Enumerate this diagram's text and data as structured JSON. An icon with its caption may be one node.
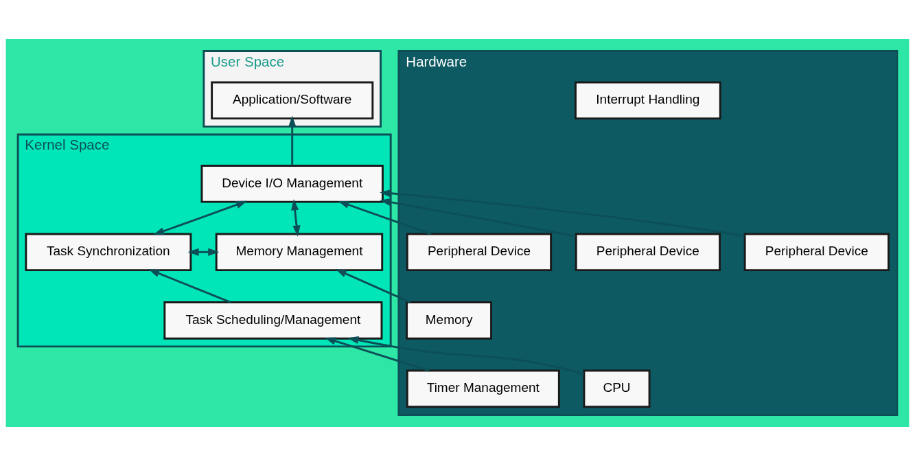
{
  "diagram": {
    "nodes": [
      {
        "text": [
          "User Space"
        ]
      },
      {
        "text": [
          "Application/Software"
        ],
        "in": 0
      },
      {
        "text": [
          "Kernel Space"
        ]
      },
      {
        "text": [
          "Device I/O Management"
        ],
        "in": 2
      },
      {
        "text": [
          "Task Synchronization"
        ],
        "in": 2
      },
      {
        "text": [
          "Memory Management"
        ],
        "in": 2
      },
      {
        "text": [
          "Task Scheduling/Management"
        ],
        "in": 2
      },
      {
        "text": [
          "Hardware"
        ]
      },
      {
        "text": [
          "Peripheral Device"
        ],
        "in": 7
      },
      {
        "text": [
          "Peripheral Device"
        ],
        "in": 7
      },
      {
        "text": [
          "Peripheral Device"
        ],
        "in": 7
      },
      {
        "text": [
          "Memory"
        ],
        "in": 7
      },
      {
        "text": [
          "CPU"
        ],
        "in": 7
      },
      {
        "text": [
          "Interrupt Handling"
        ],
        "in": 7
      },
      {
        "text": [
          "Timer Management"
        ],
        "in": 7
      }
    ],
    "edges": [
      {
        "from": 3,
        "to": 1,
        "arrow": "to"
      },
      {
        "from": 3,
        "to": 4,
        "arrow": "both"
      },
      {
        "from": 3,
        "to": 5,
        "arrow": "both"
      },
      {
        "from": 4,
        "to": 5,
        "arrow": "both"
      },
      {
        "from": 6,
        "to": 4,
        "arrow": "to"
      },
      {
        "from": 12,
        "to": 6,
        "arrow": "to"
      },
      {
        "from": 14,
        "to": 6,
        "arrow": "to"
      },
      {
        "from": 8,
        "to": 3,
        "arrow": "to"
      },
      {
        "from": 9,
        "to": 3,
        "arrow": "to"
      },
      {
        "from": 10,
        "to": 3,
        "arrow": "to"
      },
      {
        "from": 11,
        "to": 5,
        "arrow": "to"
      }
    ]
  }
}
